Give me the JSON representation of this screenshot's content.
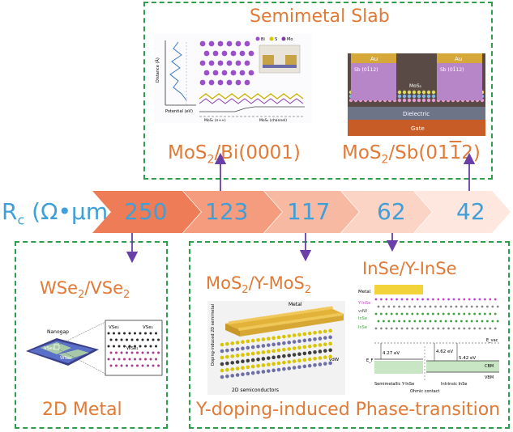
{
  "colors": {
    "dashed_border": "#2e9e4a",
    "label_orange": "#e07a36",
    "value_blue": "#3f9fd8",
    "arrow_purple": "#6a3fa8"
  },
  "rc_label": {
    "base": "R",
    "sub": "c",
    "unit": " (Ω•μm)"
  },
  "chevrons": [
    {
      "value": "250",
      "color": "#ee7c56"
    },
    {
      "value": "123",
      "color": "#f59c7f"
    },
    {
      "value": "117",
      "color": "#f8b9a2"
    },
    {
      "value": "62",
      "color": "#fbd4c5"
    },
    {
      "value": "42",
      "color": "#fde7de"
    }
  ],
  "semimetal_box": {
    "title": "Semimetal Slab",
    "label_bi": {
      "pre": "MoS",
      "sub": "2",
      "post": "/Bi(0001)"
    },
    "label_sb": {
      "pre": "MoS",
      "sub": "2",
      "post": "/Sb(01",
      "over": "1",
      "tail": "2)"
    },
    "fig_bi": {
      "y_axis": "Distance (Å)",
      "x_axis": "Potential (eV)",
      "legend": [
        "Bi",
        "S",
        "Mo"
      ],
      "bottom_left": "MoS₂ (n++)",
      "bottom_right": "MoS₂ (channel)"
    },
    "fig_sb": {
      "left_metal": "Au",
      "right_metal": "Au",
      "left_layer": "Sb (01̄12)",
      "right_layer": "Sb (01̄12)",
      "channel": "MoS₂",
      "dielectric": "Dielectric",
      "gate": "Gate"
    }
  },
  "metal2d_box": {
    "title": "2D Metal",
    "label": {
      "pre": "WSe",
      "sub": "2",
      "mid": "/VSe",
      "sub2": "2"
    },
    "fig": {
      "nanogap": "Nanogap",
      "vse": "VSe₂",
      "wse": "WSe₂"
    }
  },
  "ydoping_box": {
    "title": "Y-doping-induced Phase-transition",
    "label_mos2": {
      "pre": "MoS",
      "sub": "2",
      "mid": "/Y-MoS",
      "sub2": "2"
    },
    "label_inse": "InSe/Y-InSe",
    "fig_mos2": {
      "metal": "Metal",
      "doping": "Doping-induced 2D semimetal",
      "vdw": "vdW",
      "semis": "2D semiconductors"
    },
    "fig_inse": {
      "metal": "Metal",
      "layers": [
        "Y-InSe",
        "vdW",
        "InSe",
        "InSe"
      ],
      "e_vac": "E_vac",
      "e1": "4.27 eV",
      "e2": "4.62 eV",
      "e3": "5.42 eV",
      "ef": "E_F",
      "cbm": "CBM",
      "vbm": "VBM",
      "left_caption": "Semimetallic Y-InSe",
      "right_caption": "Intrinsic InSe",
      "ohmic": "Ohmic contact"
    }
  }
}
